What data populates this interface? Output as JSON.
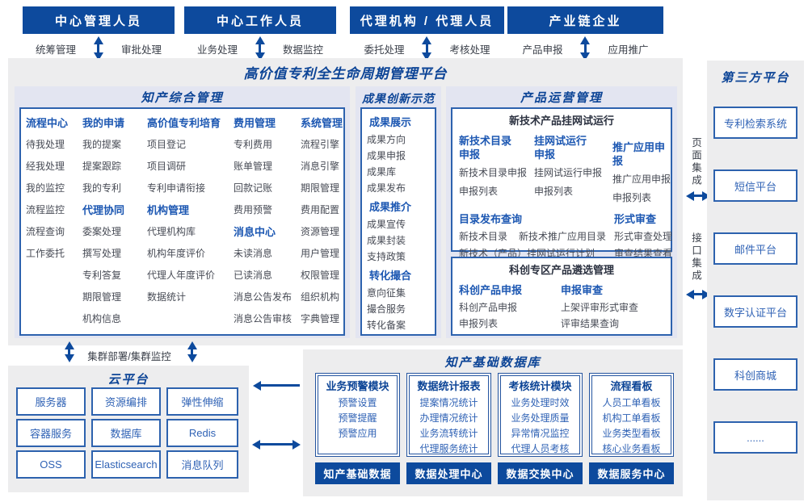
{
  "page_title": "高价值专利全生命周期管理平台",
  "colors": {
    "primary_dark_blue": "#0d4a9d",
    "panel_title_blue": "#0c4496",
    "sub_header_blue": "#1c57b2",
    "item_text_dark": "#474b55",
    "item_text_blue": "#2f62b5",
    "panel_lavender_bg": "#e3e5f1",
    "container_gray_bg": "#ededee",
    "box_border_blue": "#2d62ae"
  },
  "actors": [
    {
      "name": "中心管理人员",
      "left_action": "统筹管理",
      "right_action": "审批处理"
    },
    {
      "name": "中心工作人员",
      "left_action": "业务处理",
      "right_action": "数据监控"
    },
    {
      "name": "代理机构 / 代理人员",
      "left_action": "委托处理",
      "right_action": "考核处理"
    },
    {
      "name": "产业链企业",
      "left_action": "产品申报",
      "right_action": "应用推广"
    }
  ],
  "ip_management": {
    "title": "知产综合管理",
    "columns": [
      {
        "groups": [
          {
            "header": "流程中心",
            "items": [
              "待我处理",
              "经我处理",
              "我的监控",
              "流程监控",
              "流程查询",
              "工作委托"
            ]
          }
        ]
      },
      {
        "groups": [
          {
            "header": "我的申请",
            "items": [
              "我的提案",
              "提案跟踪",
              "我的专利"
            ]
          },
          {
            "header": "代理协同",
            "items": [
              "委案处理",
              "撰写处理",
              "专利答复",
              "期限管理",
              "机构信息"
            ]
          }
        ]
      },
      {
        "groups": [
          {
            "header": "高价值专利培育",
            "items": [
              "项目登记",
              "项目调研",
              "专利申请衔接"
            ]
          },
          {
            "header": "机构管理",
            "items": [
              "代理机构库",
              "机构年度评价",
              "代理人年度评价",
              "数据统计"
            ]
          }
        ]
      },
      {
        "groups": [
          {
            "header": "费用管理",
            "items": [
              "专利费用",
              "账单管理",
              "回款记账",
              "费用预警"
            ]
          },
          {
            "header": "消息中心",
            "items": [
              "未读消息",
              "已读消息",
              "消息公告发布",
              "消息公告审核"
            ]
          }
        ]
      },
      {
        "groups": [
          {
            "header": "系统管理",
            "items": [
              "流程引擎",
              "消息引擎",
              "期限管理",
              "费用配置",
              "资源管理",
              "用户管理",
              "权限管理",
              "组织机构",
              "字典管理"
            ]
          }
        ]
      }
    ]
  },
  "achievement": {
    "title": "成果创新示范",
    "groups": [
      {
        "header": "成果展示",
        "items": [
          "成果方向",
          "成果申报",
          "成果库",
          "成果发布"
        ]
      },
      {
        "header": "成果推介",
        "items": [
          "成果宣传",
          "成果封装",
          "支持政策"
        ]
      },
      {
        "header": "转化撮合",
        "items": [
          "意向征集",
          "撮合服务",
          "转化备案"
        ]
      }
    ]
  },
  "product_ops": {
    "title": "产品运营管理",
    "box1": {
      "title": "新技术产品挂网试运行",
      "columns": [
        {
          "header": "新技术目录\n申报",
          "items": [
            "新技术目录申报",
            "申报列表"
          ]
        },
        {
          "header": "挂网试运行\n申报",
          "items": [
            "挂网试运行申报",
            "申报列表"
          ]
        },
        {
          "header": "推广应用申报",
          "items": [
            "推广应用申报",
            "申报列表"
          ]
        }
      ],
      "catalog_query": {
        "header": "目录发布查询",
        "items": [
          "新技术目录",
          "新技术推广应用目录",
          "新技术（产品）挂网试运行计划"
        ]
      },
      "formal_review": {
        "header": "形式审查",
        "items": [
          "形式审查处理",
          "审查结果查看"
        ]
      }
    },
    "box2": {
      "title": "科创专区产品遴选管理",
      "columns": [
        {
          "header": "科创产品申报",
          "items": [
            "科创产品申报",
            "申报列表"
          ]
        },
        {
          "header": "申报审查",
          "items": [
            "上架评审形式审查",
            "评审结果查询"
          ]
        }
      ]
    }
  },
  "third_party": {
    "title": "第三方平台",
    "integrations": [
      {
        "label": "页面集成"
      },
      {
        "label": "接口集成"
      }
    ],
    "systems": [
      "专利检索系统",
      "短信平台",
      "邮件平台",
      "数字认证平台",
      "科创商城",
      "......"
    ]
  },
  "cluster_label": "集群部署/集群监控",
  "cloud": {
    "title": "云平台",
    "services": [
      "服务器",
      "资源编排",
      "弹性伸缩",
      "容器服务",
      "数据库",
      "Redis",
      "OSS",
      "Elasticsearch",
      "消息队列"
    ]
  },
  "database": {
    "title": "知产基础数据库",
    "modules": [
      {
        "header": "业务预警模块",
        "items": [
          "预警设置",
          "预警提醒",
          "预警应用"
        ]
      },
      {
        "header": "数据统计报表",
        "items": [
          "提案情况统计",
          "办理情况统计",
          "业务流转统计",
          "代理服务统计"
        ]
      },
      {
        "header": "考核统计模块",
        "items": [
          "业务处理时效",
          "业务处理质量",
          "异常情况监控",
          "代理人员考核"
        ]
      },
      {
        "header": "流程看板",
        "items": [
          "人员工单看板",
          "机构工单看板",
          "业务类型看板",
          "核心业务看板"
        ]
      }
    ],
    "centers": [
      "知产基础数据",
      "数据处理中心",
      "数据交换中心",
      "数据服务中心"
    ]
  }
}
